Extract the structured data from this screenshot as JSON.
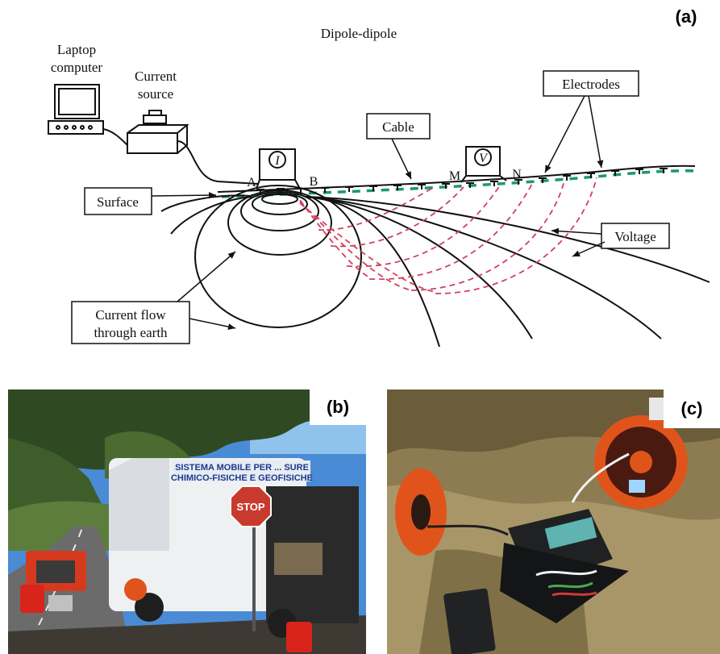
{
  "panel_a": {
    "tag": "(a)",
    "title": "Dipole-dipole",
    "laptop_label_line1": "Laptop",
    "laptop_label_line2": "computer",
    "source_label_line1": "Current",
    "source_label_line2": "source",
    "cable_label": "Cable",
    "electrodes_label": "Electrodes",
    "surface_label": "Surface",
    "voltage_label": "Voltage",
    "current_flow_line1": "Current flow",
    "current_flow_line2": "through earth",
    "ammeter_symbol": "I",
    "voltmeter_symbol": "V",
    "electrode_A": "A",
    "electrode_B": "B",
    "electrode_M": "M",
    "electrode_N": "N",
    "colors": {
      "cable": "#1a9a6a",
      "voltage_lines": "#d04060",
      "lines": "#111111"
    }
  },
  "panel_b": {
    "tag": "(b)",
    "van_text_line1": "SISTEMA MOBILE PER ... SURE",
    "van_text_line2": "CHIMICO-FISICHE E GEOFISICHE",
    "stop_sign": "STOP"
  },
  "panel_c": {
    "tag": "(c)"
  }
}
